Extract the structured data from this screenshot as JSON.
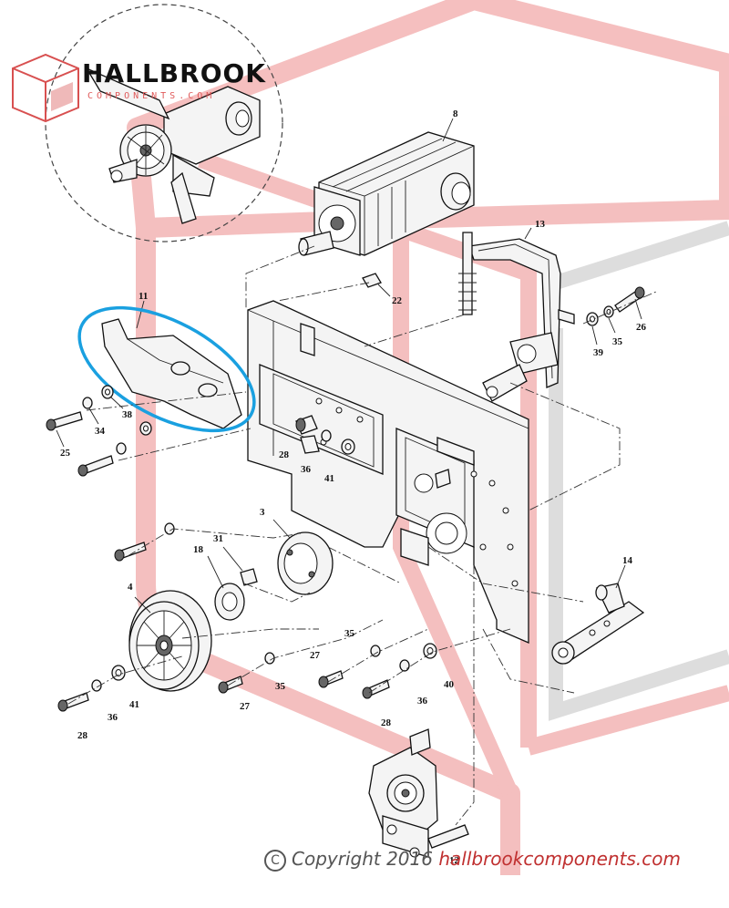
{
  "logo": {
    "name": "HALLBROOK",
    "tagline": "COMPONENTS.COM"
  },
  "copyright": {
    "symbol": "C",
    "prefix": "Copyright 2016",
    "site": "hallbrookcomponents.com"
  },
  "colors": {
    "watermark_red": "#f3b4b4",
    "watermark_grey": "#d8d8d8",
    "highlight_blue": "#1aa0e0",
    "line": "#111111"
  },
  "callouts": [
    {
      "id": "c8",
      "text": "8"
    },
    {
      "id": "c13",
      "text": "13"
    },
    {
      "id": "c22",
      "text": "22"
    },
    {
      "id": "c26",
      "text": "26"
    },
    {
      "id": "c35a",
      "text": "35"
    },
    {
      "id": "c39",
      "text": "39"
    },
    {
      "id": "c11",
      "text": "11"
    },
    {
      "id": "c38",
      "text": "38"
    },
    {
      "id": "c34",
      "text": "34"
    },
    {
      "id": "c25",
      "text": "25"
    },
    {
      "id": "c28a",
      "text": "28"
    },
    {
      "id": "c36a",
      "text": "36"
    },
    {
      "id": "c41a",
      "text": "41"
    },
    {
      "id": "c3",
      "text": "3"
    },
    {
      "id": "c31",
      "text": "31"
    },
    {
      "id": "c18",
      "text": "18"
    },
    {
      "id": "c4",
      "text": "4"
    },
    {
      "id": "c14",
      "text": "14"
    },
    {
      "id": "c35b",
      "text": "35"
    },
    {
      "id": "c27a",
      "text": "27"
    },
    {
      "id": "c35c",
      "text": "35"
    },
    {
      "id": "c27b",
      "text": "27"
    },
    {
      "id": "c40",
      "text": "40"
    },
    {
      "id": "c36b",
      "text": "36"
    },
    {
      "id": "c28b",
      "text": "28"
    },
    {
      "id": "c41b",
      "text": "41"
    },
    {
      "id": "c36c",
      "text": "36"
    },
    {
      "id": "c28c",
      "text": "28"
    },
    {
      "id": "c12",
      "text": "12"
    }
  ]
}
